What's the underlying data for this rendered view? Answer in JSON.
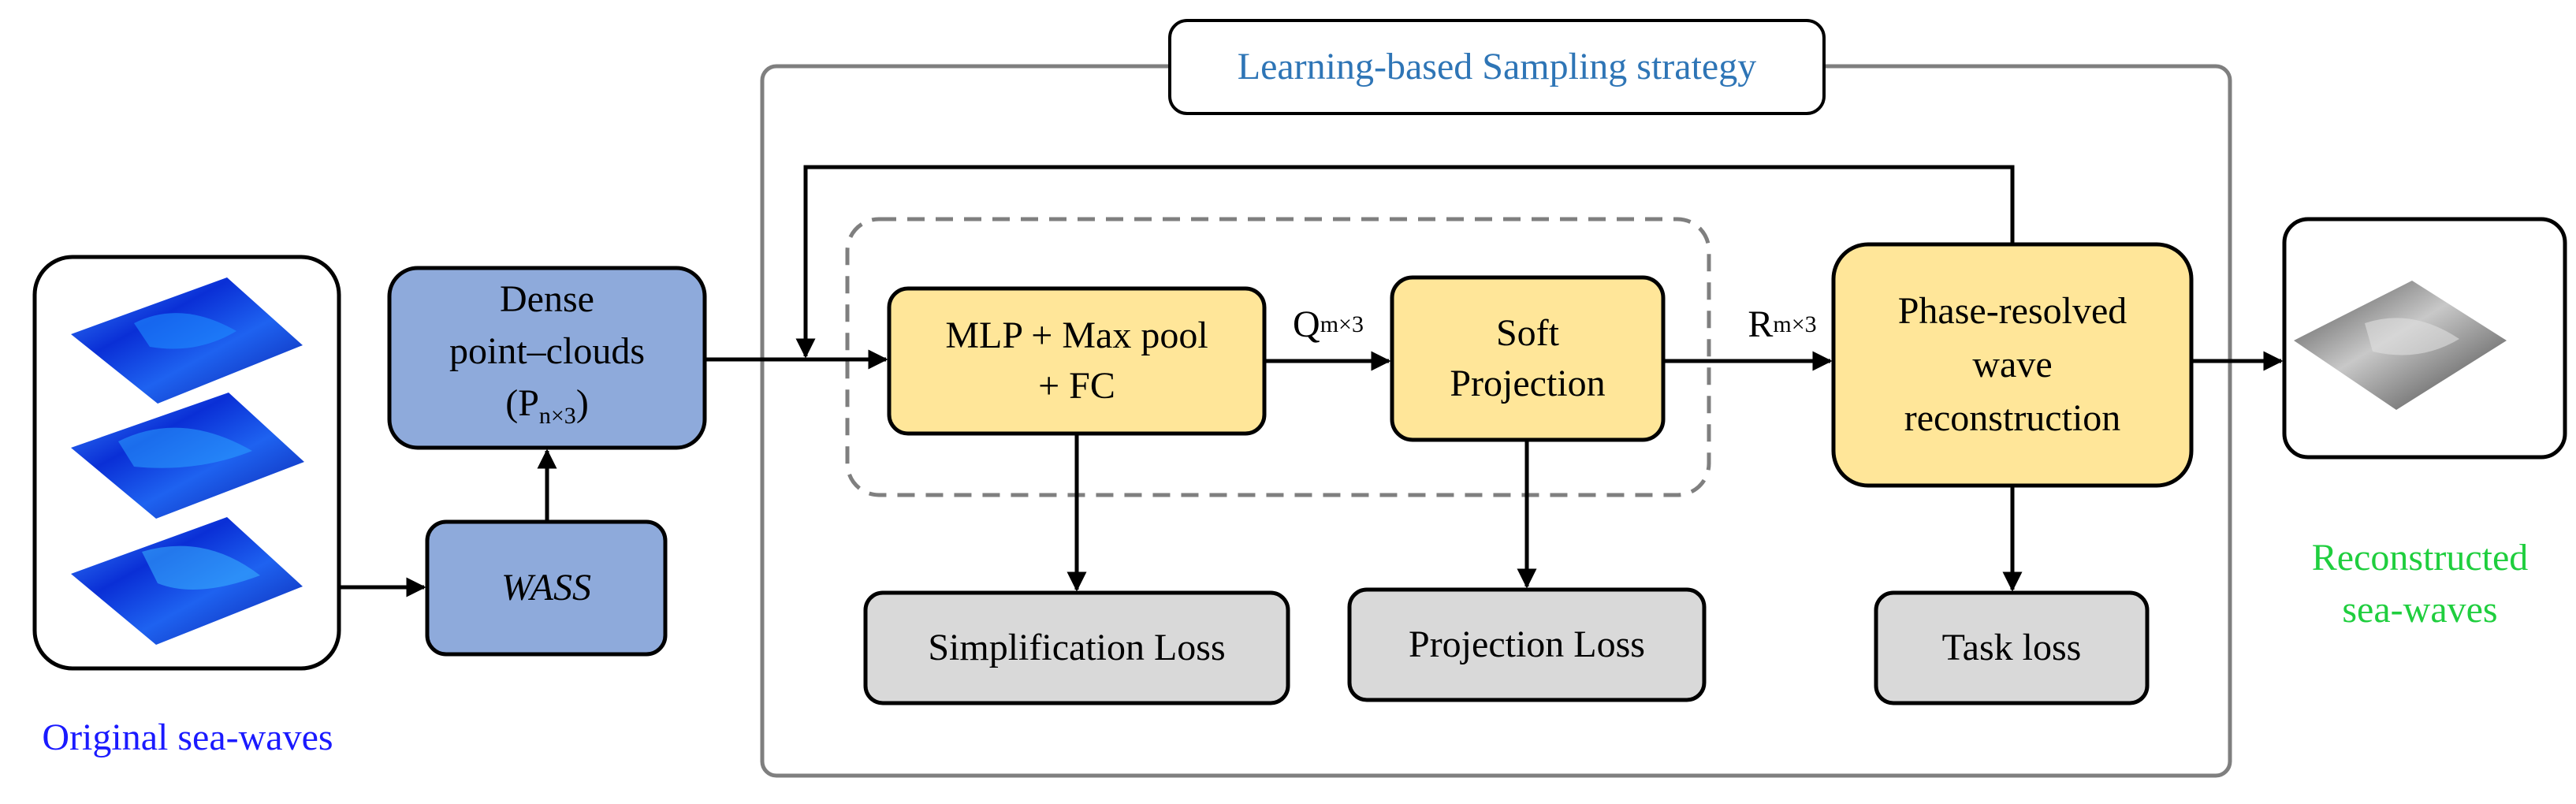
{
  "title": "Learning-based Sampling strategy",
  "colors": {
    "blue_box": "#8eaadb",
    "yellow_box": "#ffe699",
    "gray_box": "#d9d9d9",
    "frame": "#7f7f7f",
    "title_text": "#2e75b6",
    "original_caption": "#1a1aff",
    "reconstructed_caption": "#1fce3e"
  },
  "nodes": {
    "dense": {
      "line1": "Dense",
      "line2": "point–clouds",
      "line3_prefix": "(P",
      "line3_sub": "n×3",
      "line3_suffix": ")"
    },
    "wass": {
      "label": "WASS"
    },
    "mlp": {
      "line1": "MLP + Max pool",
      "line2": "+ FC"
    },
    "soft": {
      "line1": "Soft",
      "line2": "Projection"
    },
    "phase": {
      "line1": "Phase-resolved",
      "line2": "wave",
      "line3": "reconstruction"
    },
    "simplification_loss": {
      "label": "Simplification Loss"
    },
    "projection_loss": {
      "label": "Projection Loss"
    },
    "task_loss": {
      "label": "Task loss"
    }
  },
  "edges": {
    "q": {
      "main": "Q",
      "sub": "m×3"
    },
    "r": {
      "main": "R",
      "sub": "m×3"
    }
  },
  "captions": {
    "original": "Original sea-waves",
    "reconstructed_line1": "Reconstructed",
    "reconstructed_line2": "sea-waves"
  }
}
